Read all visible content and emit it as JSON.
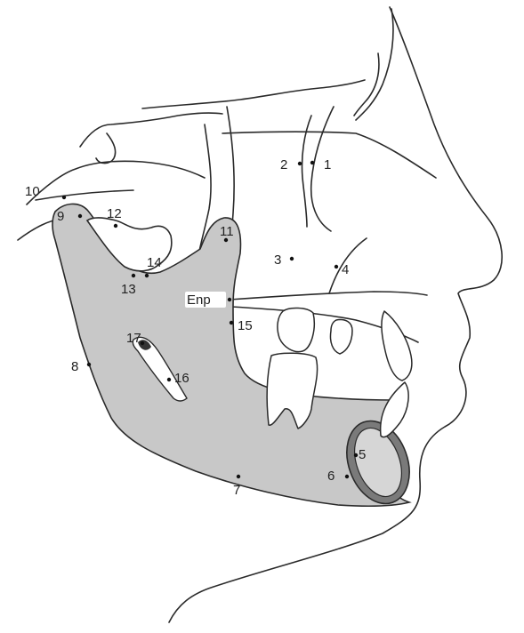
{
  "figure": {
    "points": [
      {
        "id": "p1",
        "label": "1"
      },
      {
        "id": "p2",
        "label": "2"
      },
      {
        "id": "p3",
        "label": "3"
      },
      {
        "id": "p4",
        "label": "4"
      },
      {
        "id": "p5",
        "label": "5"
      },
      {
        "id": "p6",
        "label": "6"
      },
      {
        "id": "p7",
        "label": "7"
      },
      {
        "id": "p8",
        "label": "8"
      },
      {
        "id": "p9",
        "label": "9"
      },
      {
        "id": "p10",
        "label": "10"
      },
      {
        "id": "p11",
        "label": "11"
      },
      {
        "id": "p12",
        "label": "12"
      },
      {
        "id": "p13",
        "label": "13"
      },
      {
        "id": "p14",
        "label": "14"
      },
      {
        "id": "p15",
        "label": "15"
      },
      {
        "id": "p16",
        "label": "16"
      },
      {
        "id": "p17",
        "label": "17"
      },
      {
        "id": "enp",
        "label": "Enp"
      }
    ],
    "colors": {
      "mandible_fill": "#c8c8c8",
      "outline": "#2a2a2a",
      "background": "#ffffff"
    }
  }
}
